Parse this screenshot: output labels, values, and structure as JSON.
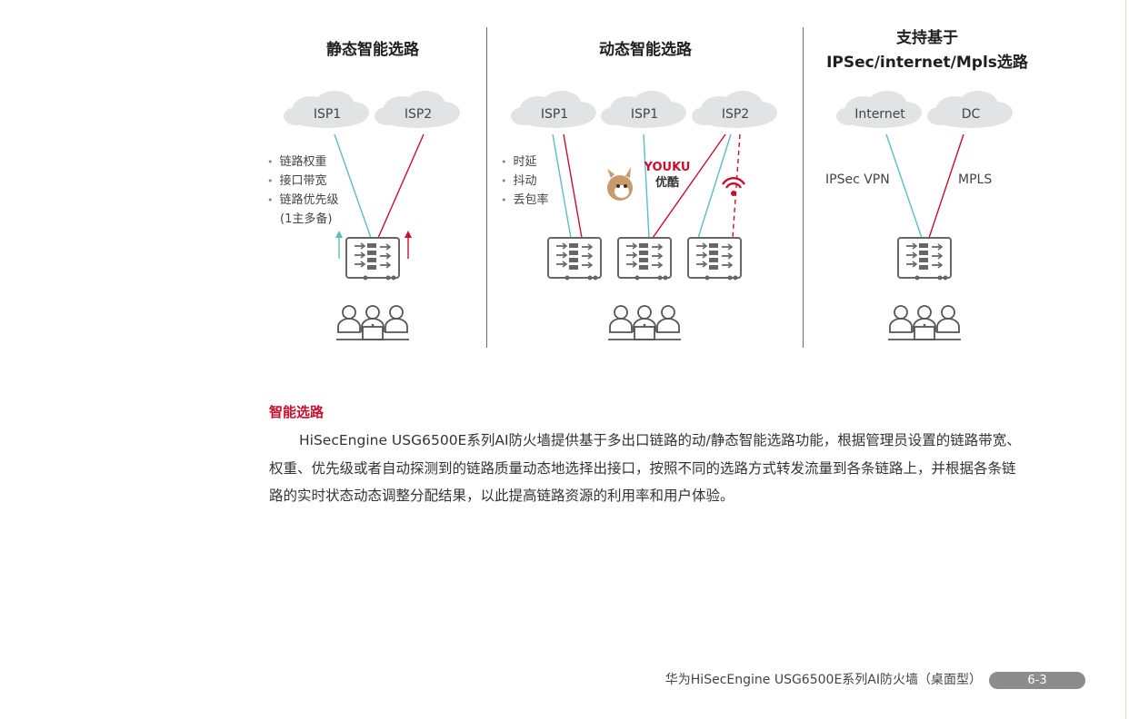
{
  "panels": {
    "static": {
      "title": "静态智能选路",
      "isps": [
        "ISP1",
        "ISP2"
      ],
      "bullets": [
        "链路权重",
        "接口带宽",
        "链路优先级",
        "(1主多备)"
      ]
    },
    "dynamic": {
      "title": "动态智能选路",
      "isps": [
        "ISP1",
        "ISP1",
        "ISP2"
      ],
      "bullets": [
        "时延",
        "抖动",
        "丢包率"
      ],
      "youku_logo": "YOUKU",
      "youku_text": "优酷"
    },
    "ipsec": {
      "title_line1": "支持基于",
      "title_line2": "IPSec/internet/Mpls选路",
      "clouds": [
        "Internet",
        "DC"
      ],
      "link_left": "IPSec VPN",
      "link_right": "MPLS"
    }
  },
  "colors": {
    "teal": "#5bbdc0",
    "red": "#c8102e",
    "cloud": "#e2e3e5"
  },
  "icons": [
    "cloud-icon",
    "firewall-icon",
    "users-icon",
    "rabbit-icon",
    "youku-logo",
    "wifi-signal-icon"
  ],
  "section": {
    "heading": "智能选路",
    "paragraph": "HiSecEngine USG6500E系列AI防火墙提供基于多出口链路的动/静态智能选路功能，根据管理员设置的链路带宽、权重、优先级或者自动探测到的链路质量动态地选择出接口，按照不同的选路方式转发流量到各条链路上，并根据各条链路的实时状态动态调整分配结果，以此提高链路资源的利用率和用户体验。"
  },
  "footer": {
    "text": "华为HiSecEngine USG6500E系列AI防火墙（桌面型）",
    "page": "6-3"
  }
}
